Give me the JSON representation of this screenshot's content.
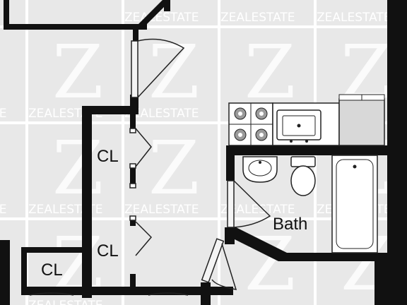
{
  "rooms": {
    "closet_upper": "CL",
    "closet_middle": "CL",
    "closet_lower": "CL",
    "bath": "Bath"
  },
  "watermark": {
    "text": "ZEALESTATE",
    "letter": "Z",
    "color": "#ffffff"
  },
  "colors": {
    "background": "#e8e8e8",
    "wall": "#111111",
    "door_stroke": "#222222",
    "fixture_fill": "#ffffff",
    "burner_fill": "#9a9a9a"
  }
}
